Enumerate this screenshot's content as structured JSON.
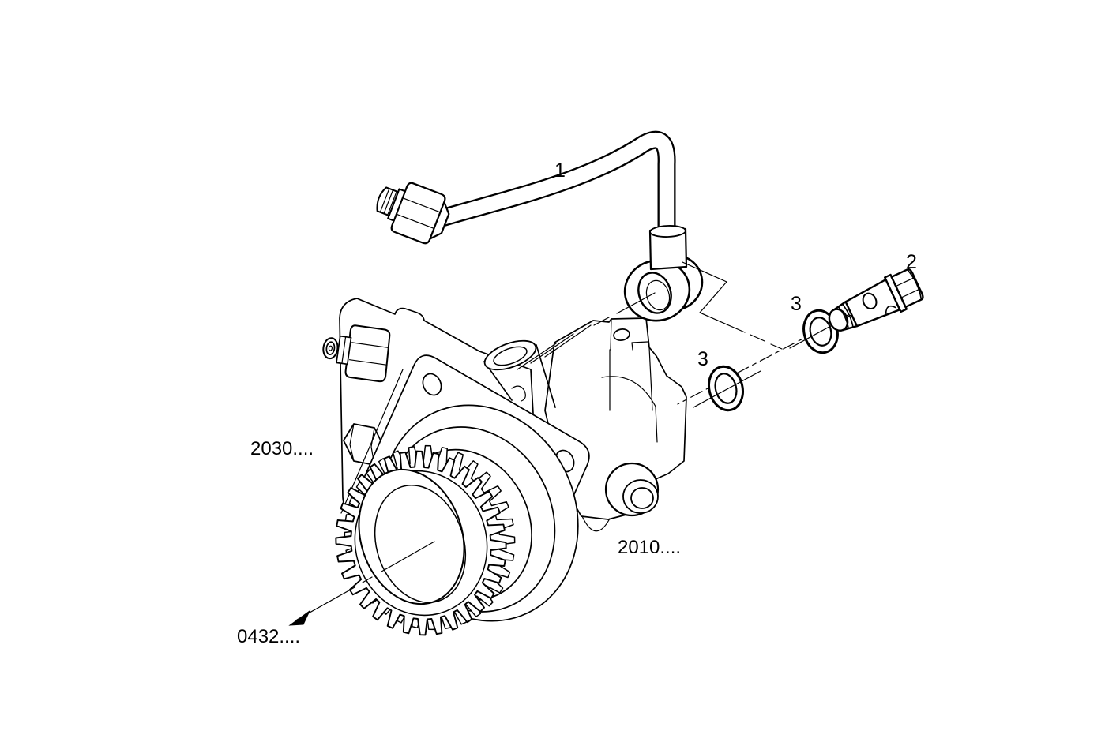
{
  "diagram": {
    "colors": {
      "line": "#000000",
      "background": "#ffffff"
    },
    "callouts": {
      "pipe": {
        "label": "1"
      },
      "union": {
        "label": "2"
      },
      "washer_right": {
        "label": "3"
      },
      "washer_left": {
        "label": "3"
      },
      "gear_ref": {
        "label": "2030...."
      },
      "pump_ref": {
        "label": "2010...."
      },
      "mount_ref": {
        "label": "0432...."
      }
    }
  }
}
